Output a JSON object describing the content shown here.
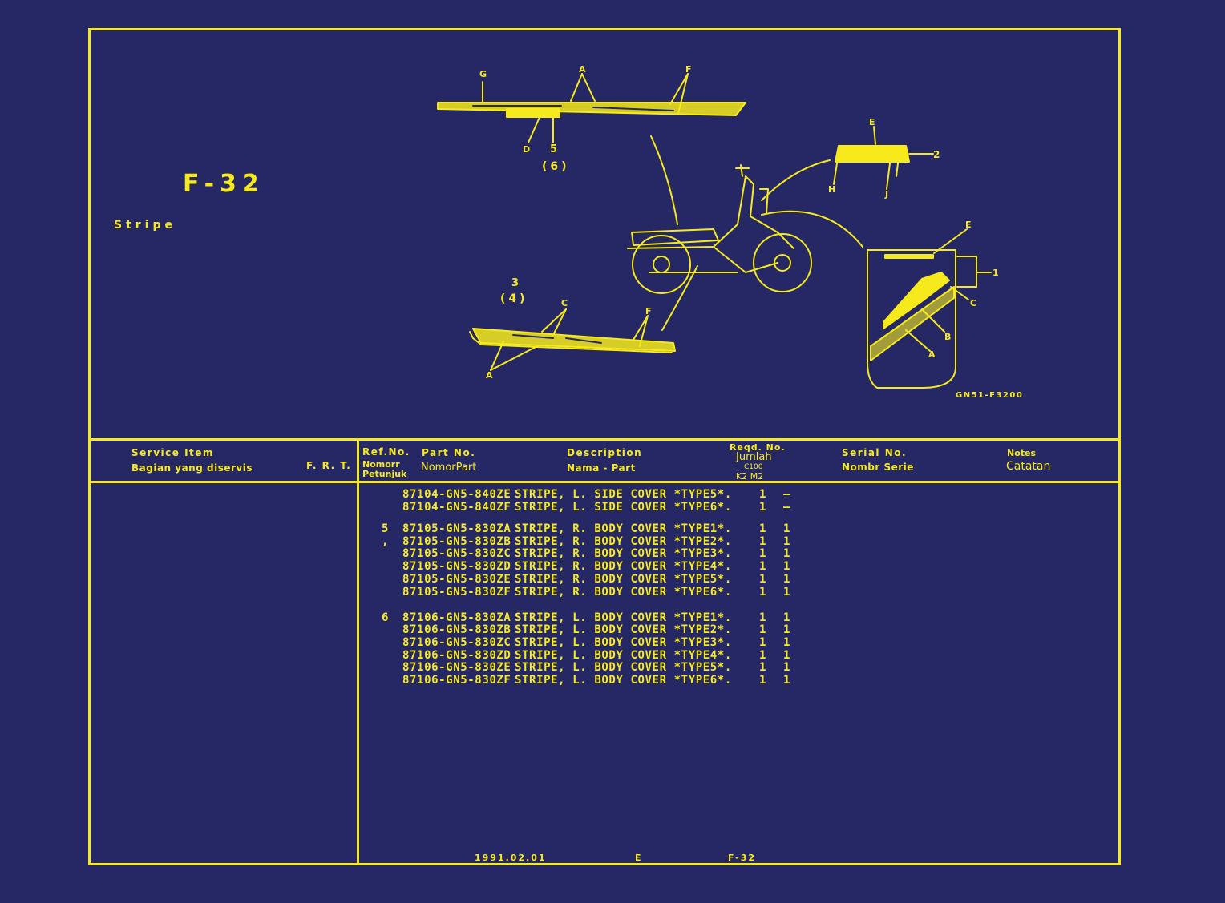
{
  "figure": {
    "code": "F-32",
    "name": "Stripe",
    "drawing_no": "GN51-F3200"
  },
  "callouts": {
    "top_stripe": [
      "G",
      "A",
      "F",
      "D",
      "5",
      "(6)"
    ],
    "side_cover": [
      "E",
      "2",
      "H",
      "J"
    ],
    "body_cover": [
      "E",
      "1",
      "C",
      "B",
      "A"
    ],
    "lower_stripe": [
      "3",
      "(4)",
      "C",
      "F",
      "A"
    ]
  },
  "header": {
    "service_item": "Service  Item",
    "service_item_id": "Bagian yang diservis",
    "frt": "F. R. T.",
    "ref_no": "Ref.No.",
    "ref_no_id_1": "Nomorr",
    "ref_no_id_2": "Petunjuk",
    "part_no": "Part No.",
    "part_no_id": "NomorPart",
    "description": "Description",
    "description_id": "Nama - Part",
    "reqd_no": "Reqd. No.",
    "reqd_no_id": "Jumlah",
    "reqd_model": "C100",
    "reqd_cols": "K2  M2",
    "serial_no": "Serial No.",
    "serial_no_id": "Nombr Serie",
    "notes": "Notes",
    "notes_id": "Catatan"
  },
  "parts": [
    {
      "ref": "",
      "part": "87104-GN5-840ZE",
      "desc": "STRIPE, L. SIDE COVER *TYPE5*.",
      "k2": "1",
      "m2": "–"
    },
    {
      "ref": "",
      "part": "87104-GN5-840ZF",
      "desc": "STRIPE, L. SIDE COVER *TYPE6*.",
      "k2": "1",
      "m2": "–"
    },
    {
      "ref": "5",
      "part": "87105-GN5-830ZA",
      "desc": "STRIPE, R. BODY COVER *TYPE1*.",
      "k2": "1",
      "m2": "1"
    },
    {
      "ref": ",",
      "part": "87105-GN5-830ZB",
      "desc": "STRIPE, R. BODY COVER *TYPE2*.",
      "k2": "1",
      "m2": "1"
    },
    {
      "ref": "",
      "part": "87105-GN5-830ZC",
      "desc": "STRIPE, R. BODY COVER *TYPE3*.",
      "k2": "1",
      "m2": "1"
    },
    {
      "ref": "",
      "part": "87105-GN5-830ZD",
      "desc": "STRIPE, R. BODY COVER *TYPE4*.",
      "k2": "1",
      "m2": "1"
    },
    {
      "ref": "",
      "part": "87105-GN5-830ZE",
      "desc": "STRIPE, R. BODY COVER *TYPE5*.",
      "k2": "1",
      "m2": "1"
    },
    {
      "ref": "",
      "part": "87105-GN5-830ZF",
      "desc": "STRIPE, R. BODY COVER *TYPE6*.",
      "k2": "1",
      "m2": "1"
    },
    {
      "ref": "6",
      "part": "87106-GN5-830ZA",
      "desc": "STRIPE, L. BODY COVER *TYPE1*.",
      "k2": "1",
      "m2": "1"
    },
    {
      "ref": "",
      "part": "87106-GN5-830ZB",
      "desc": "STRIPE, L. BODY COVER *TYPE2*.",
      "k2": "1",
      "m2": "1"
    },
    {
      "ref": "",
      "part": "87106-GN5-830ZC",
      "desc": "STRIPE, L. BODY COVER *TYPE3*.",
      "k2": "1",
      "m2": "1"
    },
    {
      "ref": "",
      "part": "87106-GN5-830ZD",
      "desc": "STRIPE, L. BODY COVER *TYPE4*.",
      "k2": "1",
      "m2": "1"
    },
    {
      "ref": "",
      "part": "87106-GN5-830ZE",
      "desc": "STRIPE, L. BODY COVER *TYPE5*.",
      "k2": "1",
      "m2": "1"
    },
    {
      "ref": "",
      "part": "87106-GN5-830ZF",
      "desc": "STRIPE, L. BODY COVER *TYPE6*.",
      "k2": "1",
      "m2": "1"
    }
  ],
  "footer": {
    "date": "1991.02.01",
    "edition": "E",
    "page": "F-32"
  },
  "colors": {
    "background": "#262866",
    "ink": "#f6ea1c"
  }
}
